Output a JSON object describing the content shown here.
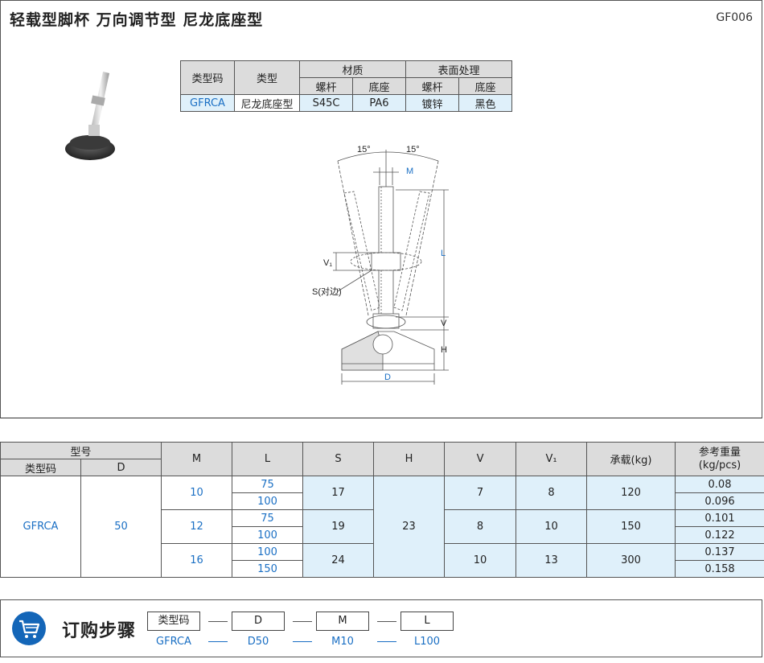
{
  "header": {
    "title": "轻载型脚杯  万向调节型  尼龙底座型",
    "code": "GF006"
  },
  "material_table": {
    "h_code": "类型码",
    "h_type": "类型",
    "h_material": "材质",
    "h_surface": "表面处理",
    "h_screw": "螺杆",
    "h_base": "底座",
    "h_screw2": "螺杆",
    "h_base2": "底座",
    "code": "GFRCA",
    "type": "尼龙底座型",
    "screw_mat": "S45C",
    "base_mat": "PA6",
    "screw_surf": "镀锌",
    "base_surf": "黑色"
  },
  "drawing": {
    "angle_left": "15°",
    "angle_right": "15°",
    "M": "M",
    "L": "L",
    "V1": "V₁",
    "S": "S(对边)",
    "V": "V",
    "H": "H",
    "D": "D"
  },
  "spec_table": {
    "h_model": "型号",
    "h_code": "类型码",
    "h_D": "D",
    "h_M": "M",
    "h_L": "L",
    "h_S": "S",
    "h_H": "H",
    "h_V": "V",
    "h_V1": "V₁",
    "h_load": "承载(kg)",
    "h_weight": "参考重量\n(kg/pcs)",
    "code": "GFRCA",
    "D": "50",
    "H": "23",
    "groups": [
      {
        "M": "10",
        "S": "17",
        "V": "7",
        "V1": "8",
        "load": "120",
        "rows": [
          {
            "L": "75",
            "w": "0.08"
          },
          {
            "L": "100",
            "w": "0.096"
          }
        ]
      },
      {
        "M": "12",
        "S": "19",
        "V": "8",
        "V1": "10",
        "load": "150",
        "rows": [
          {
            "L": "75",
            "w": "0.101"
          },
          {
            "L": "100",
            "w": "0.122"
          }
        ]
      },
      {
        "M": "16",
        "S": "24",
        "V": "10",
        "V1": "13",
        "load": "300",
        "rows": [
          {
            "L": "100",
            "w": "0.137"
          },
          {
            "L": "150",
            "w": "0.158"
          }
        ]
      }
    ]
  },
  "order": {
    "title": "订购步骤",
    "boxes": [
      "类型码",
      "D",
      "M",
      "L"
    ],
    "values": [
      "GFRCA",
      "D50",
      "M10",
      "L100"
    ]
  }
}
